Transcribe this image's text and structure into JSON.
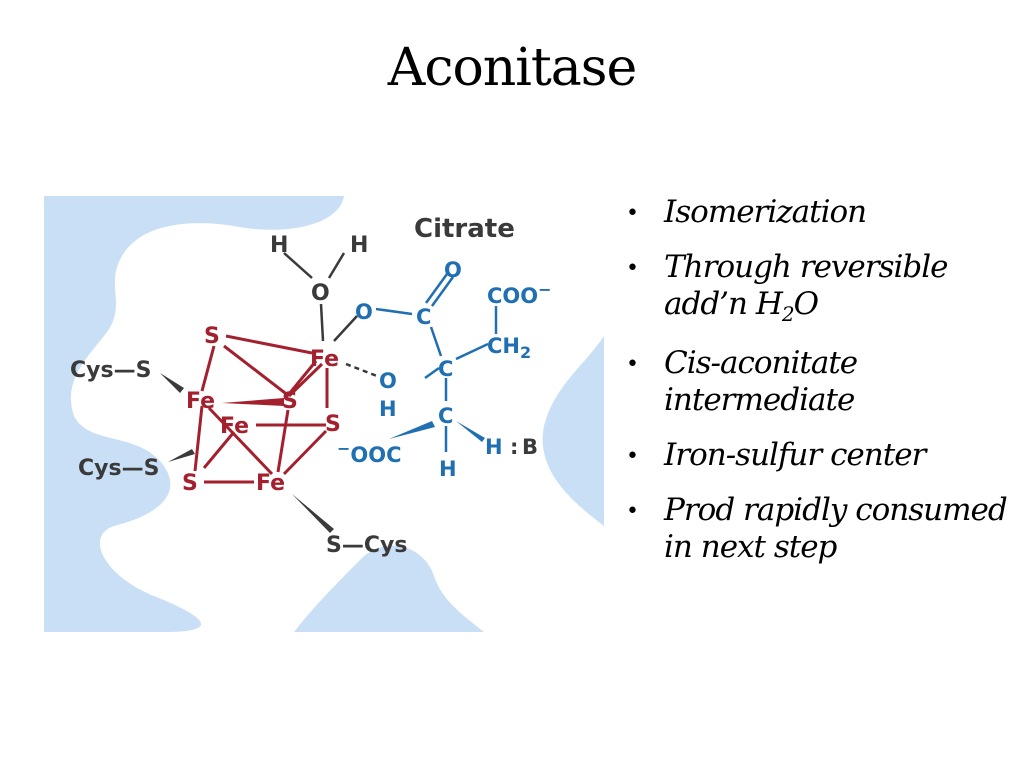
{
  "title": "Aconitase",
  "bullets": [
    {
      "parts": [
        {
          "text": "Isomerization"
        }
      ]
    },
    {
      "parts": [
        {
          "text": "Through reversible add’n H"
        },
        {
          "text": "2",
          "sub": true
        },
        {
          "text": "O"
        }
      ]
    },
    {
      "parts": [
        {
          "text": "Cis-aconitate intermediate"
        }
      ]
    },
    {
      "parts": [
        {
          "text": "Iron-sulfur center"
        }
      ]
    },
    {
      "parts": [
        {
          "text": "Prod rapidly consumed in next step"
        }
      ]
    }
  ],
  "figure": {
    "colors": {
      "background_blue": "#c9dff5",
      "cluster_red": "#a3212e",
      "citrate_blue": "#1f6fb2",
      "ligand_gray": "#3a3a3a"
    },
    "labels": {
      "citrate": "Citrate",
      "cys_s_left_top": "Cys—S",
      "cys_s_left_bottom": "Cys—S",
      "s_cys_bottom": "S—Cys",
      "water_h_left": "H",
      "water_h_right": "H",
      "water_o": "O",
      "cluster_s_top": "S",
      "cluster_fe_top": "Fe",
      "cluster_fe_left": "Fe",
      "cluster_s_mid": "S",
      "cluster_fe_mid": "Fe",
      "cluster_s_right": "S",
      "cluster_s_bottom": "S",
      "cluster_fe_bottom": "Fe",
      "carbonyl_o": "O",
      "ester_o": "O",
      "carboxyl_c": "C",
      "coo_minus": "COO",
      "coo_minus_charge": "−",
      "ch2": "CH",
      "ch2_sub": "2",
      "central_c": "C",
      "hydroxyl_o": "O",
      "hydroxyl_h": "H",
      "lower_c": "C",
      "ooc_charge": "−",
      "ooc": "OOC",
      "lower_h": "H",
      "base_h": "H",
      "base_colon": ":",
      "base_b": "B"
    }
  }
}
